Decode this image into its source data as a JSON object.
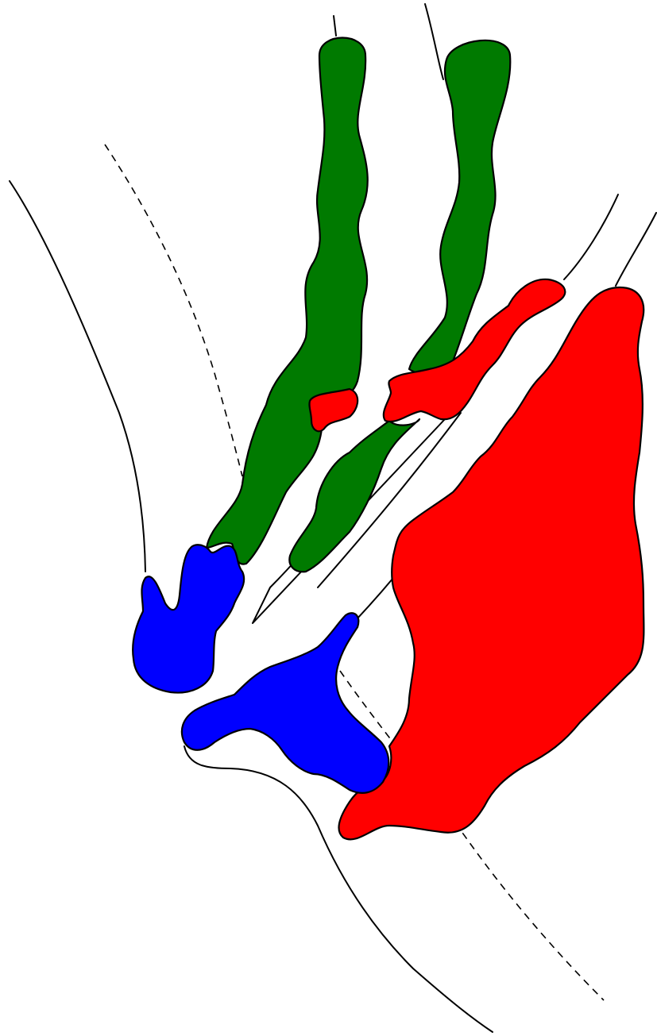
{
  "colors": {
    "background": "#ffffff",
    "outline": "#000000",
    "green_region": "#007a00",
    "red_region": "#ff0000",
    "blue_region": "#0000ff"
  },
  "regions": [
    {
      "id": "green-left",
      "color": "green_region"
    },
    {
      "id": "green-right-upper",
      "color": "green_region"
    },
    {
      "id": "green-right-lower",
      "color": "green_region"
    },
    {
      "id": "red-small-left",
      "color": "red_region"
    },
    {
      "id": "red-middle",
      "color": "red_region"
    },
    {
      "id": "red-large",
      "color": "red_region"
    },
    {
      "id": "blue-upper",
      "color": "blue_region"
    },
    {
      "id": "blue-lower",
      "color": "blue_region"
    }
  ]
}
